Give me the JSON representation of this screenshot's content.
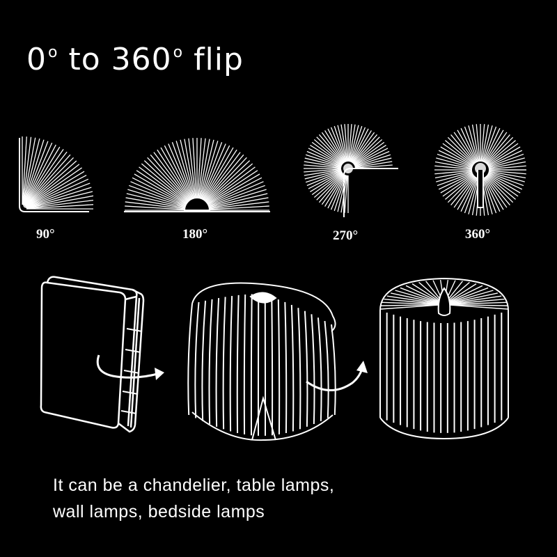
{
  "headline": {
    "start_num": "0",
    "start_sup": "o",
    "middle": " to 360",
    "end_sup": "o",
    "end_word": " flip"
  },
  "angles": [
    {
      "label": "90°"
    },
    {
      "label": "180°"
    },
    {
      "label": "270°"
    },
    {
      "label": "360°"
    }
  ],
  "caption": {
    "line1": "It can be a chandelier, table lamps,",
    "line2": "wall lamps, bedside lamps"
  },
  "colors": {
    "background": "#000000",
    "foreground": "#ffffff"
  },
  "icons": [
    "fan-90-icon",
    "fan-180-icon",
    "fan-270-icon",
    "fan-360-icon",
    "closed-book-icon",
    "half-open-book-icon",
    "full-open-book-icon",
    "curved-arrow-icon"
  ]
}
